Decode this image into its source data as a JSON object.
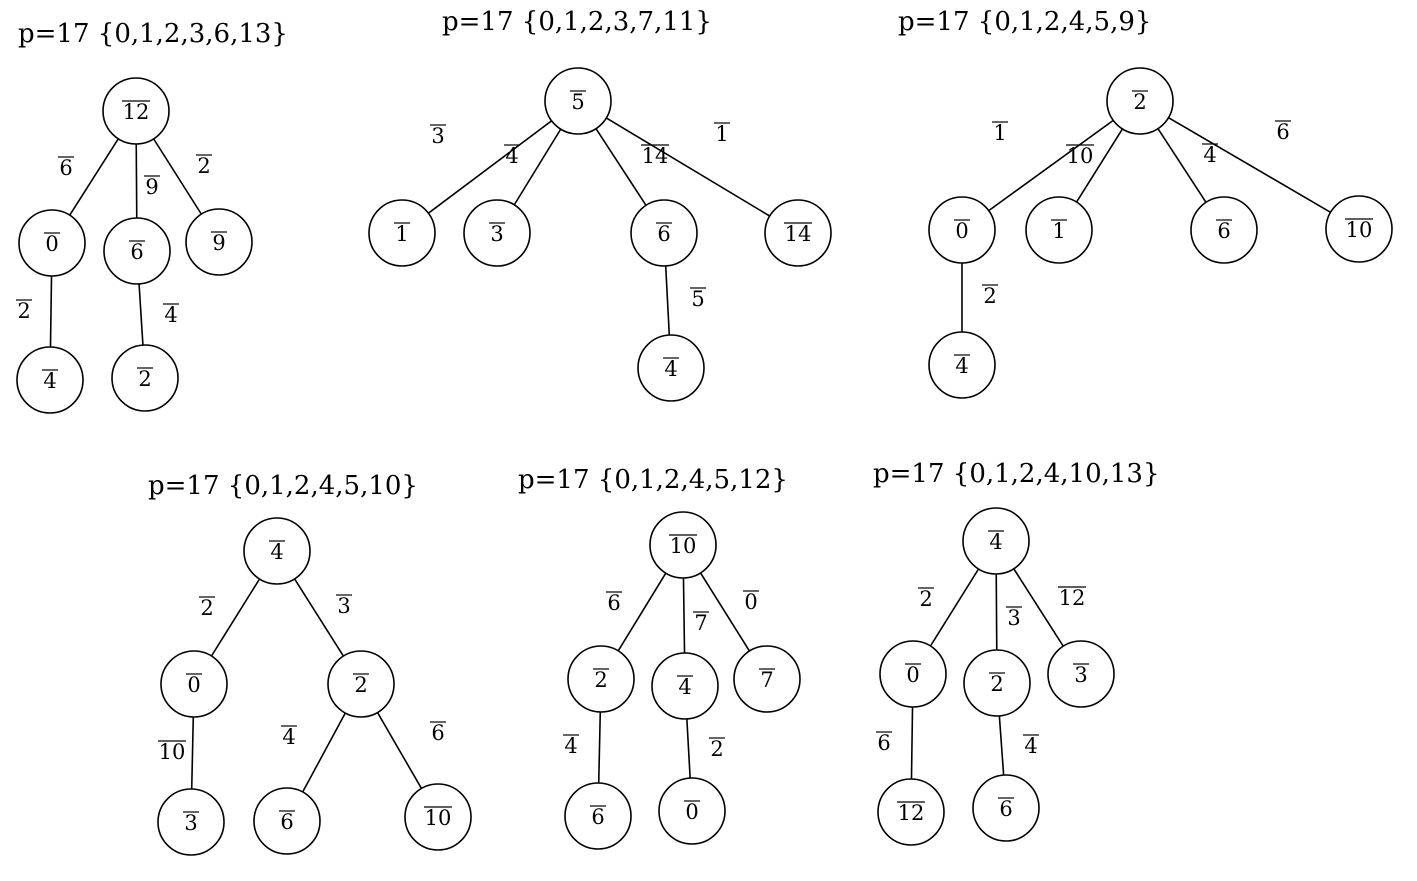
{
  "trees": [
    {
      "title": "p=17 {0,1,2,3,6,13}",
      "nodes": [
        "12",
        "0",
        "6",
        "9",
        "4",
        "2"
      ],
      "edges": [
        {
          "from": 0,
          "to": 1,
          "label": "6"
        },
        {
          "from": 0,
          "to": 2,
          "label": "9"
        },
        {
          "from": 0,
          "to": 3,
          "label": "2"
        },
        {
          "from": 1,
          "to": 4,
          "label": "2"
        },
        {
          "from": 2,
          "to": 5,
          "label": "4"
        }
      ]
    },
    {
      "title": "p=17 {0,1,2,3,7,11}",
      "nodes": [
        "5",
        "1",
        "3",
        "6",
        "14",
        "4"
      ],
      "edges": [
        {
          "from": 0,
          "to": 1,
          "label": "3"
        },
        {
          "from": 0,
          "to": 2,
          "label": "4"
        },
        {
          "from": 0,
          "to": 3,
          "label": "14"
        },
        {
          "from": 0,
          "to": 4,
          "label": "1"
        },
        {
          "from": 3,
          "to": 5,
          "label": "5"
        }
      ]
    },
    {
      "title": "p=17 {0,1,2,4,5,9}",
      "nodes": [
        "2",
        "0",
        "1",
        "6",
        "10",
        "4"
      ],
      "edges": [
        {
          "from": 0,
          "to": 1,
          "label": "1"
        },
        {
          "from": 0,
          "to": 2,
          "label": "10"
        },
        {
          "from": 0,
          "to": 3,
          "label": "4"
        },
        {
          "from": 0,
          "to": 4,
          "label": "6"
        },
        {
          "from": 1,
          "to": 5,
          "label": "2"
        }
      ]
    },
    {
      "title": "p=17 {0,1,2,4,5,10}",
      "nodes": [
        "4",
        "0",
        "2",
        "3",
        "6",
        "10"
      ],
      "edges": [
        {
          "from": 0,
          "to": 1,
          "label": "2"
        },
        {
          "from": 0,
          "to": 2,
          "label": "3"
        },
        {
          "from": 1,
          "to": 3,
          "label": "10"
        },
        {
          "from": 2,
          "to": 4,
          "label": "4"
        },
        {
          "from": 2,
          "to": 5,
          "label": "6"
        }
      ]
    },
    {
      "title": "p=17 {0,1,2,4,5,12}",
      "nodes": [
        "10",
        "2",
        "4",
        "7",
        "6",
        "0"
      ],
      "edges": [
        {
          "from": 0,
          "to": 1,
          "label": "6"
        },
        {
          "from": 0,
          "to": 2,
          "label": "7"
        },
        {
          "from": 0,
          "to": 3,
          "label": "0"
        },
        {
          "from": 1,
          "to": 4,
          "label": "4"
        },
        {
          "from": 2,
          "to": 5,
          "label": "2"
        }
      ]
    },
    {
      "title": "p=17 {0,1,2,4,10,13}",
      "nodes": [
        "4",
        "0",
        "2",
        "3",
        "12",
        "6"
      ],
      "edges": [
        {
          "from": 0,
          "to": 1,
          "label": "2"
        },
        {
          "from": 0,
          "to": 2,
          "label": "3"
        },
        {
          "from": 0,
          "to": 3,
          "label": "12"
        },
        {
          "from": 1,
          "to": 4,
          "label": "6"
        },
        {
          "from": 2,
          "to": 5,
          "label": "4"
        }
      ]
    }
  ]
}
